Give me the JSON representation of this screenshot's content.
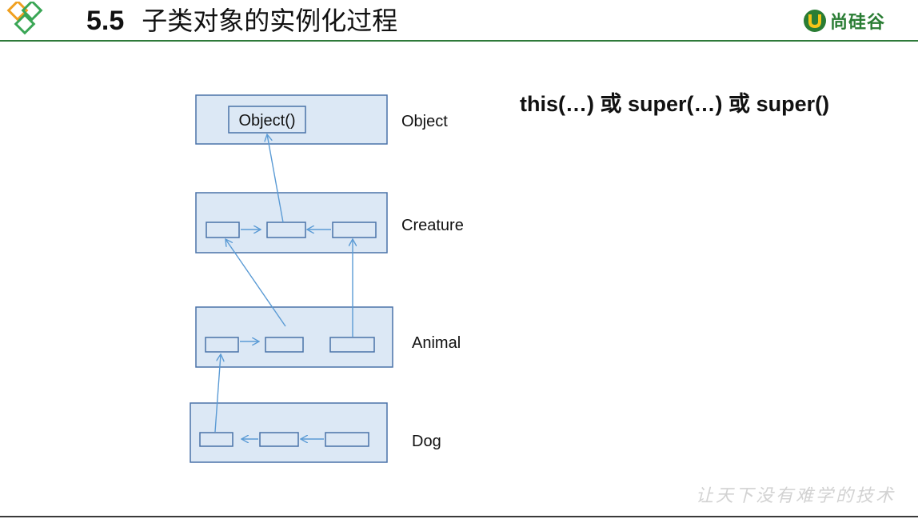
{
  "header": {
    "section_number": "5.5",
    "title": "子类对象的实例化过程",
    "brand": "尚硅谷"
  },
  "diagram": {
    "classes": [
      {
        "name": "Object",
        "inner_label": "Object()"
      },
      {
        "name": "Creature"
      },
      {
        "name": "Animal"
      },
      {
        "name": "Dog"
      }
    ]
  },
  "annotation": {
    "part1": "this(…)",
    "or1": "或",
    "part2": "super(…)",
    "or2": "或",
    "part3": "super()"
  },
  "footer": {
    "motto": "让天下没有难学的技术"
  },
  "colors": {
    "box_fill": "#dce8f5",
    "box_border": "#4a72a8",
    "arrow": "#5b9bd5",
    "header_line": "#2f7a3a",
    "brand": "#2a7d34"
  }
}
